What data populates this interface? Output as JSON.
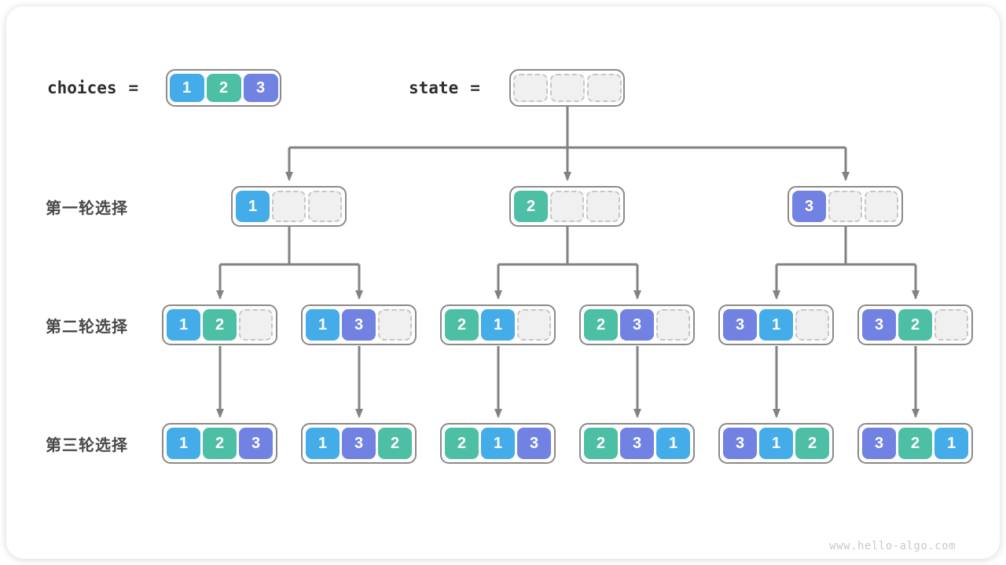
{
  "palette": {
    "1": "#43ace9",
    "2": "#4dbfa5",
    "3": "#7282e2"
  },
  "header": {
    "choices": {
      "label": "choices",
      "equals": "=",
      "cells": [
        1,
        2,
        3
      ]
    },
    "state": {
      "label": "state",
      "equals": "=",
      "cells": [
        null,
        null,
        null
      ]
    }
  },
  "rounds": [
    {
      "label": "第一轮选择",
      "boxes": [
        [
          1,
          null,
          null
        ],
        [
          2,
          null,
          null
        ],
        [
          3,
          null,
          null
        ]
      ]
    },
    {
      "label": "第二轮选择",
      "boxes": [
        [
          1,
          2,
          null
        ],
        [
          1,
          3,
          null
        ],
        [
          2,
          1,
          null
        ],
        [
          2,
          3,
          null
        ],
        [
          3,
          1,
          null
        ],
        [
          3,
          2,
          null
        ]
      ]
    },
    {
      "label": "第三轮选择",
      "boxes": [
        [
          1,
          2,
          3
        ],
        [
          1,
          3,
          2
        ],
        [
          2,
          1,
          3
        ],
        [
          2,
          3,
          1
        ],
        [
          3,
          1,
          2
        ],
        [
          3,
          2,
          1
        ]
      ]
    }
  ],
  "watermark": "www.hello-algo.com",
  "colors": {
    "line": "#828282",
    "card_bg": "#ffffff",
    "empty_cell": "#f0f0f0"
  }
}
